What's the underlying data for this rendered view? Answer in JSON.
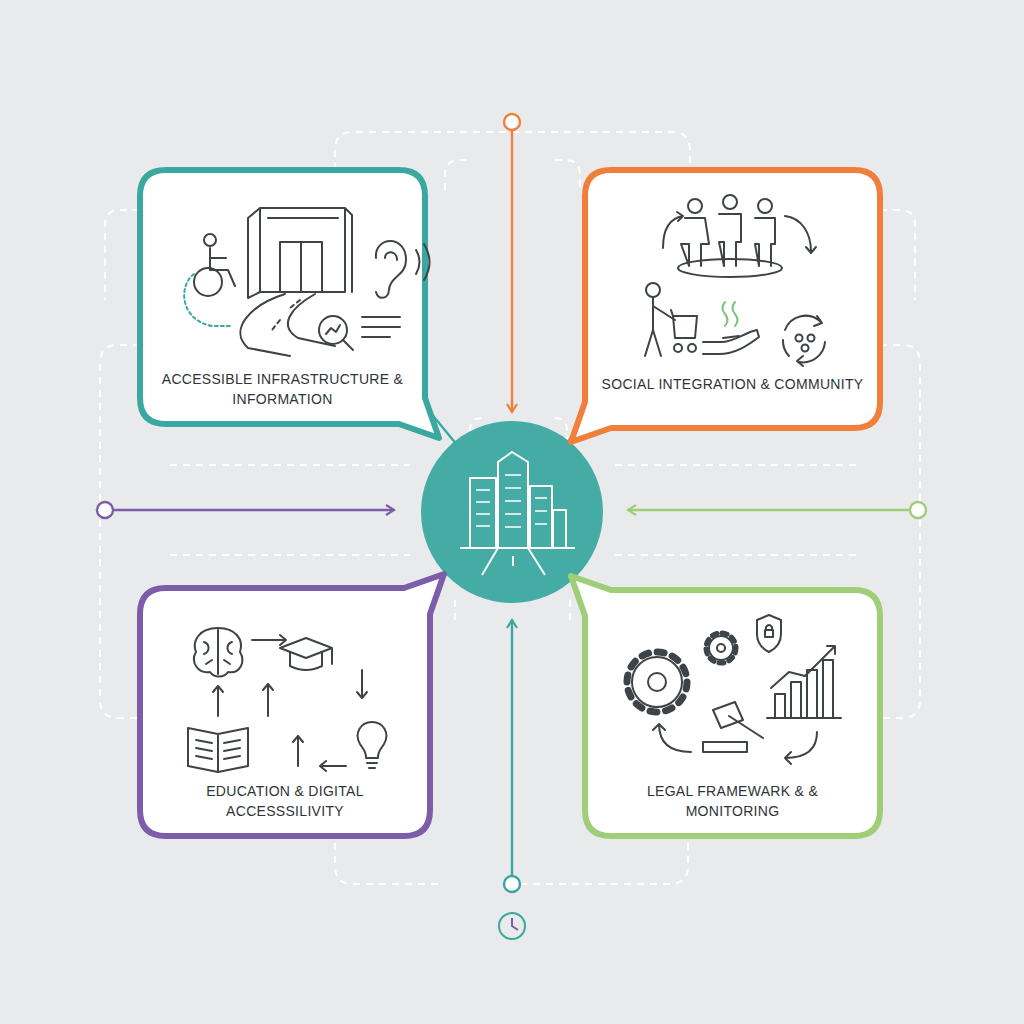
{
  "diagram": {
    "nodes": [
      {
        "text": [
          "ACCESSIBLE INFRASTRUCTURE & INFORMATION"
        ]
      },
      {
        "text": [
          "SOCIAL INTEGRATION & COMMUNITY"
        ]
      },
      {
        "text": [
          "EDUCATION & DIGITAL ACCESSSILIVITY"
        ]
      },
      {
        "text": [
          "LEGAL FRAMEWARK & & MONITORING"
        ]
      }
    ]
  }
}
